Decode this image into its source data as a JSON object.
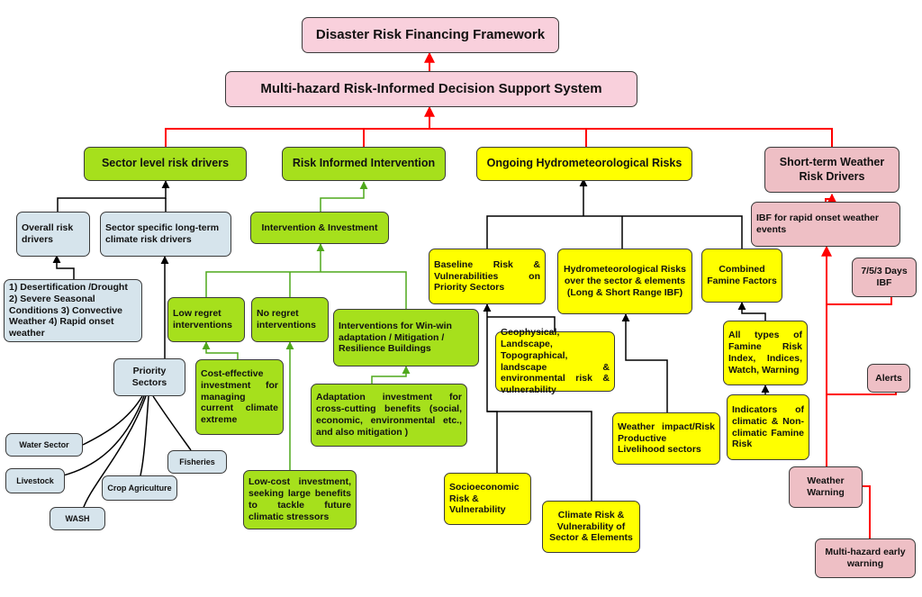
{
  "nodes": {
    "drf": "Disaster Risk Financing Framework",
    "mhrdss": "Multi-hazard Risk-Informed Decision Support System",
    "sector_level": "Sector level risk drivers",
    "risk_informed": "Risk Informed Intervention",
    "ongoing_hydro": "Ongoing Hydrometeorological Risks",
    "short_term": "Short-term Weather Risk Drivers",
    "overall_drivers": "Overall risk drivers",
    "sector_specific": "Sector specific long-term climate risk drivers",
    "drivers_list": "1) Desertification /Drought 2) Severe Seasonal Conditions 3) Convective Weather 4) Rapid onset weather",
    "priority_sectors": "Priority Sectors",
    "water_sector": "Water Sector",
    "livestock": "Livestock",
    "wash": "WASH",
    "crop_agriculture": "Crop Agriculture",
    "fisheries": "Fisheries",
    "intervention_investment": "Intervention & Investment",
    "low_regret": "Low regret interventions",
    "no_regret": "No regret interventions",
    "win_win": "Interventions for Win-win adaptation / Mitigation / Resilience Buildings",
    "cost_effective": "Cost-effective investment for managing current climate extreme",
    "low_cost": "Low-cost investment, seeking large benefits to tackle future climatic stressors",
    "adaptation": "Adaptation investment for cross-cutting benefits (social, economic, environmental etc., and also mitigation )",
    "baseline": "Baseline Risk & Vulnerabilities on Priority Sectors",
    "hydro_risks": "Hydrometeorological Risks over the sector & elements (Long & Short Range IBF)",
    "combined_famine": "Combined Famine Factors",
    "geophysical": "Geophysical, Landscape, Topographical, landscape & environmental risk & vulnerability",
    "socioeconomic": "Socioeconomic Risk & Vulnerability",
    "climate_risk": "Climate Risk & Vulnerability of Sector & Elements",
    "weather_impact": "Weather impact/Risk Productive Livelihood sectors",
    "famine_index": "All types of Famine Risk Index, Indices, Watch, Warning",
    "indicators": "Indicators of climatic & Non-climatic Famine Risk",
    "ibf_rapid": "IBF for rapid onset weather events",
    "days_ibf": "7/5/3 Days IBF",
    "alerts": "Alerts",
    "weather_warning": "Weather Warning",
    "mh_early_warning": "Multi-hazard early warning"
  },
  "colors": {
    "pink": "#f9d0dc",
    "rose": "#eebfc5",
    "green": "#a6e01c",
    "yellow": "#ffff00",
    "blue": "#d6e4ec",
    "red_connector": "#ff0000",
    "green_connector": "#4fa81c",
    "black_connector": "#000000"
  }
}
